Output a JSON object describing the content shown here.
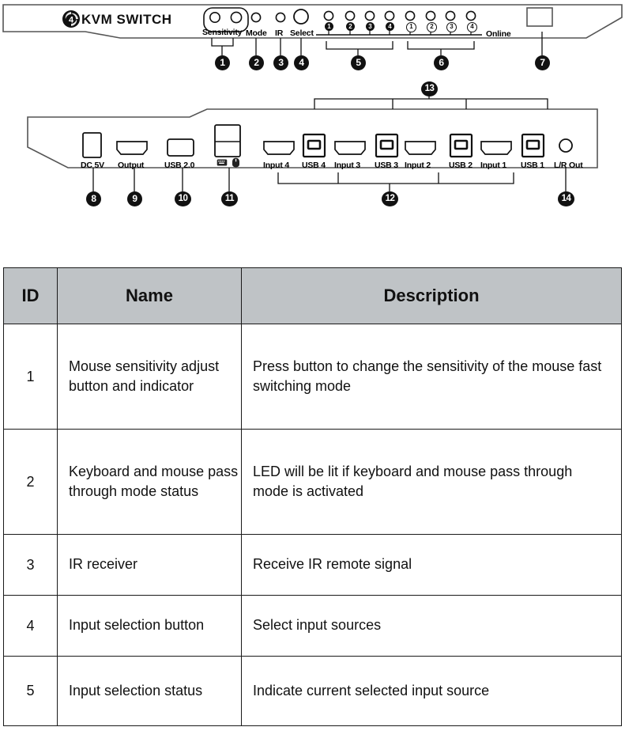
{
  "front_panel": {
    "brand": "KVM SWITCH",
    "logo_icon": "swirl-4-logo-icon",
    "labels": {
      "sensitivity": "Sensitivity",
      "mode": "Mode",
      "ir": "IR",
      "select": "Select",
      "online": "Online"
    },
    "selected_leds": [
      "1",
      "2",
      "3",
      "4"
    ],
    "online_leds": [
      "1",
      "2",
      "3",
      "4"
    ],
    "callouts": [
      {
        "id": "1",
        "label": "1"
      },
      {
        "id": "2",
        "label": "2"
      },
      {
        "id": "3",
        "label": "3"
      },
      {
        "id": "4",
        "label": "4"
      },
      {
        "id": "5",
        "label": "5"
      },
      {
        "id": "6",
        "label": "6"
      },
      {
        "id": "7",
        "label": "7"
      }
    ]
  },
  "rear_panel": {
    "ports": [
      {
        "name": "dc-5v-port",
        "label": "DC 5V"
      },
      {
        "name": "hdmi-output-port",
        "label": "Output"
      },
      {
        "name": "usb-2-0-port",
        "label": "USB 2.0"
      },
      {
        "name": "keyboard-mouse-port",
        "label": ""
      },
      {
        "name": "hdmi-input-4-port",
        "label": "Input 4"
      },
      {
        "name": "usb-4-port",
        "label": "USB 4"
      },
      {
        "name": "hdmi-input-3-port",
        "label": "Input 3"
      },
      {
        "name": "usb-3-port",
        "label": "USB 3"
      },
      {
        "name": "hdmi-input-2-port",
        "label": "Input 2"
      },
      {
        "name": "usb-2-port",
        "label": "USB 2"
      },
      {
        "name": "hdmi-input-1-port",
        "label": "Input 1"
      },
      {
        "name": "usb-1-port",
        "label": "USB 1"
      },
      {
        "name": "lr-out-port",
        "label": "L/R Out"
      }
    ],
    "icons": {
      "keyboard": "keyboard-icon",
      "mouse": "mouse-icon"
    },
    "callouts": [
      {
        "id": "8",
        "label": "8"
      },
      {
        "id": "9",
        "label": "9"
      },
      {
        "id": "10",
        "label": "10"
      },
      {
        "id": "11",
        "label": "11"
      },
      {
        "id": "12",
        "label": "12"
      },
      {
        "id": "13",
        "label": "13"
      },
      {
        "id": "14",
        "label": "14"
      }
    ]
  },
  "table": {
    "headers": {
      "id": "ID",
      "name": "Name",
      "description": "Description"
    },
    "rows": [
      {
        "id": "1",
        "name": "Mouse sensitivity adjust button and indicator",
        "description": "Press button to change the sensitivity of the mouse fast switching mode"
      },
      {
        "id": "2",
        "name": "Keyboard and mouse pass through mode status",
        "description": "LED will be lit if keyboard and mouse pass through mode is activated"
      },
      {
        "id": "3",
        "name": "IR receiver",
        "description": "Receive IR remote signal"
      },
      {
        "id": "4",
        "name": "Input selection button",
        "description": "Select input sources"
      },
      {
        "id": "5",
        "name": "Input selection status",
        "description": "Indicate current selected input source"
      }
    ]
  },
  "colors": {
    "header_bg": "#bfc3c6",
    "line": "#1a1a1a",
    "badge_bg": "#111111"
  }
}
